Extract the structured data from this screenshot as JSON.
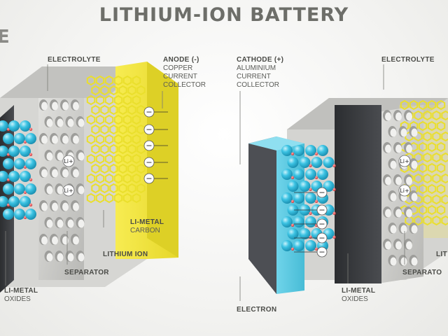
{
  "title": "LITHIUM-ION BATTERY",
  "edge_letter": "E",
  "left_panel": {
    "electrolyte": "ELECTROLYTE",
    "anode_title": "ANODE (-)",
    "anode_lines": [
      "COPPER",
      "CURRENT",
      "COLLECTOR"
    ],
    "li_metal_title": "LI-METAL",
    "li_metal_sub": "CARBON",
    "lithium_ion": "LITHIUM ION",
    "separator": "SEPARATOR",
    "li_metal_oxides_title": "LI-METAL",
    "li_metal_oxides_sub": "OXIDES"
  },
  "right_panel": {
    "cathode_title": "CATHODE (+)",
    "cathode_lines": [
      "ALUMINIUM",
      "CURRENT",
      "COLLECTOR"
    ],
    "electrolyte": "ELECTROLYTE",
    "electron": "ELECTRON",
    "li_metal_title": "LI-METAL",
    "li_metal_sub": "OXIDES",
    "separator": "SEPARATO",
    "lithium_partial": "LIT"
  },
  "ion_symbol": "Li+",
  "electron_symbol": "−",
  "colors": {
    "anode_yellow": "#f2e53a",
    "cathode_blue": "#58c8e0",
    "ion_sphere": "#3cc3e3",
    "separator_gray": "#c9c9c6",
    "dark_panel": "#3d3f43",
    "text": "#5a5b57"
  }
}
